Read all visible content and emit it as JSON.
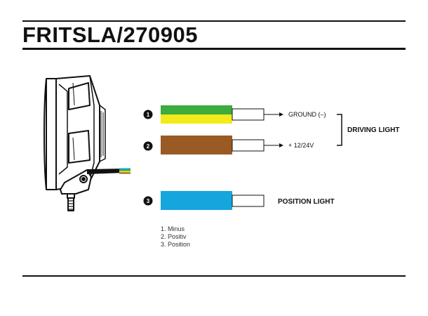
{
  "title": "FRITSLA/270905",
  "wires": [
    {
      "number": "1",
      "colors": [
        "#3dab3d",
        "#f2ea1a"
      ],
      "label": "GROUND (–)"
    },
    {
      "number": "2",
      "colors": [
        "#9a5a23"
      ],
      "label": "+ 12/24V"
    },
    {
      "number": "3",
      "colors": [
        "#16a6de"
      ],
      "label": "POSITION LIGHT"
    }
  ],
  "group_label": "DRIVING LIGHT",
  "legend": [
    "1. Minus",
    "2. Positiv",
    "3. Position"
  ]
}
